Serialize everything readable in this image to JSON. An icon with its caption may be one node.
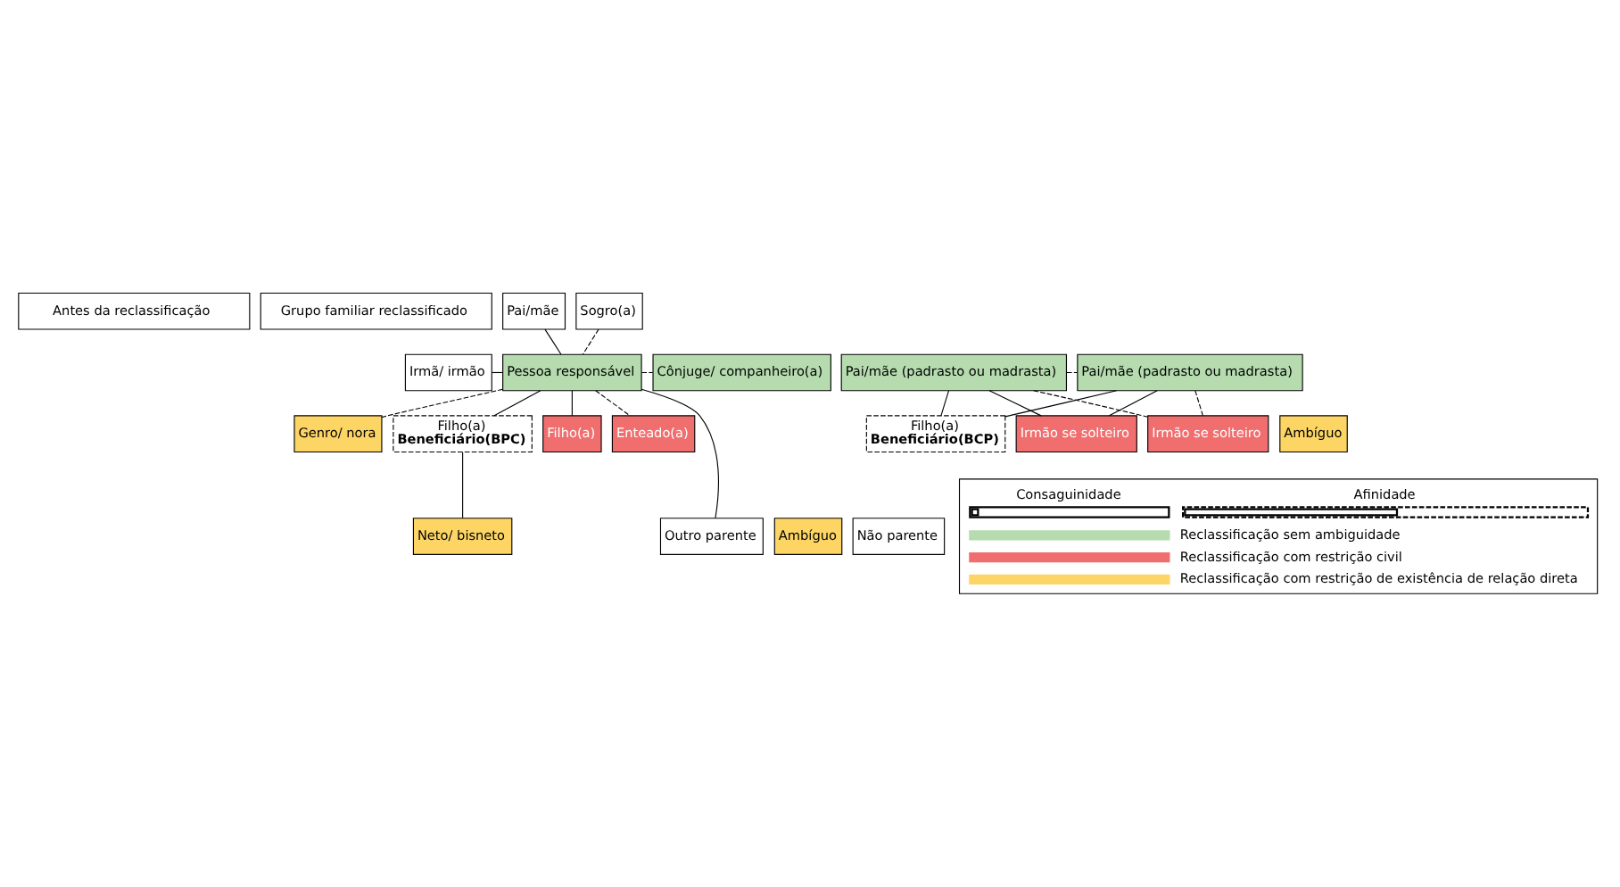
{
  "diagram": {
    "nodes": [
      {
        "text": [
          "Antes da reclassificação"
        ]
      },
      {
        "text": [
          "Grupo familiar reclassificado"
        ]
      },
      {
        "text": [
          "Pai/mãe"
        ]
      },
      {
        "text": [
          "Sogro(a)"
        ]
      },
      {
        "text": [
          "Irmã/ irmão"
        ]
      },
      {
        "text": [
          "Pessoa responsável"
        ]
      },
      {
        "text": [
          "Cônjuge/ companheiro(a)"
        ]
      },
      {
        "text": [
          "Pai/mãe (padrasto ou madrasta)"
        ]
      },
      {
        "text": [
          "Pai/mãe (padrasto ou madrasta)"
        ]
      },
      {
        "text": [
          "Genro/ nora"
        ]
      },
      {
        "text": [
          "Filho(a)",
          "Beneficiário(BPC)"
        ]
      },
      {
        "text": [
          "Filho(a)"
        ]
      },
      {
        "text": [
          "Enteado(a)"
        ]
      },
      {
        "text": [
          "Ambíguo"
        ]
      },
      {
        "text": [
          "Filho(a)",
          "Beneficiário(BCP)"
        ]
      },
      {
        "text": [
          "Irmão se solteiro"
        ]
      },
      {
        "text": [
          "Irmão se solteiro"
        ]
      },
      {
        "text": [
          "Outro parente"
        ]
      },
      {
        "text": [
          "Neto/ bisneto"
        ]
      },
      {
        "text": [
          "Ambíguo"
        ]
      },
      {
        "text": [
          "Não parente"
        ]
      }
    ],
    "edges": [
      {
        "from": 2,
        "to": 5,
        "arrow": "none"
      },
      {
        "from": 3,
        "to": 5,
        "arrow": "none",
        "style": "dashed"
      },
      {
        "from": 4,
        "to": 5,
        "arrow": "none"
      },
      {
        "from": 5,
        "to": 6,
        "arrow": "none",
        "style": "dashed"
      },
      {
        "from": 5,
        "to": 17,
        "arrow": "none"
      },
      {
        "from": 5,
        "to": 9,
        "arrow": "none",
        "style": "dashed"
      },
      {
        "from": 5,
        "to": 10,
        "arrow": "none"
      },
      {
        "from": 5,
        "to": 11,
        "arrow": "none"
      },
      {
        "from": 5,
        "to": 12,
        "arrow": "none",
        "style": "dashed"
      },
      {
        "from": 10,
        "to": 18,
        "arrow": "none"
      },
      {
        "from": 7,
        "to": 8,
        "arrow": "none",
        "style": "dashed"
      },
      {
        "from": 7,
        "to": 14,
        "arrow": "none"
      },
      {
        "from": 8,
        "to": 14,
        "arrow": "none"
      },
      {
        "from": 7,
        "to": 15,
        "arrow": "none"
      },
      {
        "from": 8,
        "to": 15,
        "arrow": "none"
      },
      {
        "from": 7,
        "to": 16,
        "arrow": "none",
        "style": "dashed"
      },
      {
        "from": 8,
        "to": 16,
        "arrow": "none",
        "style": "dashed"
      }
    ],
    "legend": [
      {
        "text": "Consaguinidade"
      },
      {
        "text": "Afinidade"
      },
      {
        "text": "Reclassificação sem ambiguidade",
        "color": "#b5dbaf"
      },
      {
        "text": "Reclassificação com restrição civil",
        "color": "#f06e6e"
      },
      {
        "text": "Reclassificação com restrição de existência de relação direta",
        "color": "#fcd565"
      }
    ]
  }
}
